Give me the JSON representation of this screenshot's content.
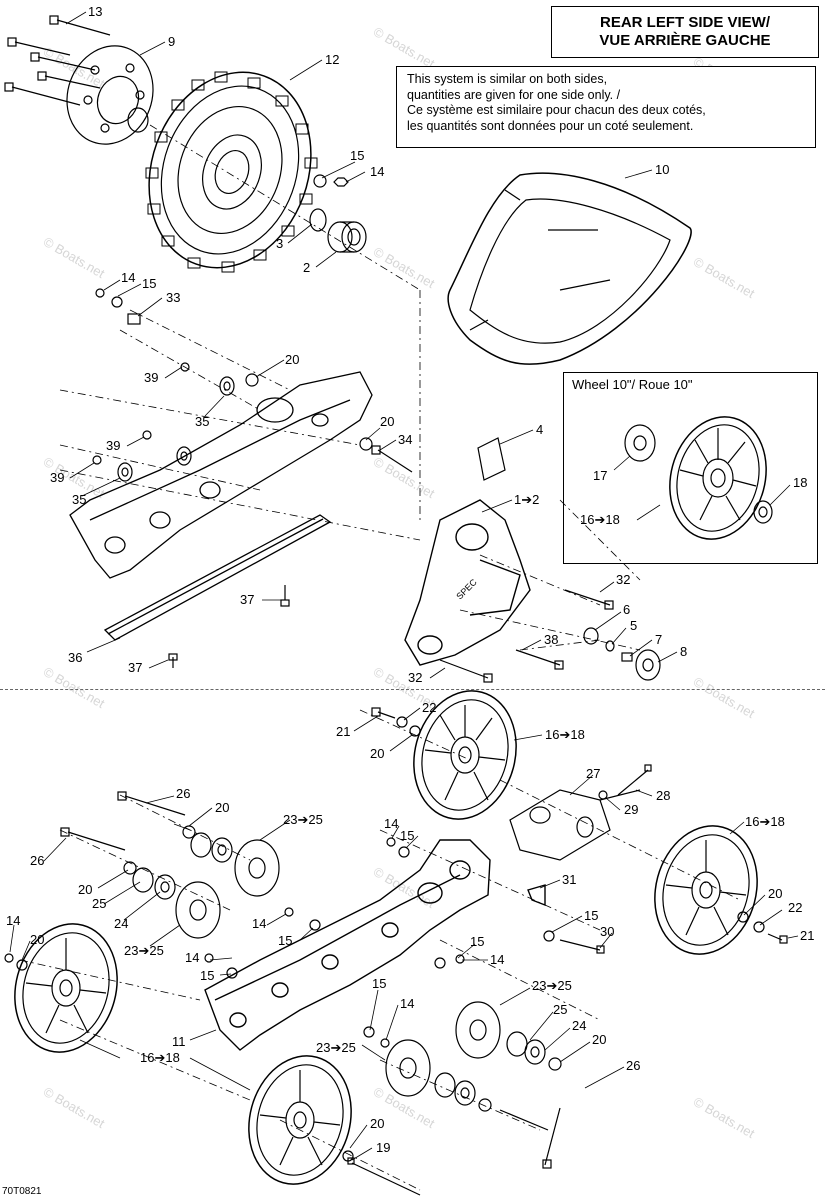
{
  "title": {
    "line1": "REAR LEFT SIDE VIEW/",
    "line2": "VUE ARRIÈRE GAUCHE"
  },
  "note": {
    "lines": [
      "This system is similar on both sides,",
      "quantities are given for one side only. /",
      "Ce système est similaire pour chacun des deux cotés,",
      "les quantités sont données pour un coté seulement."
    ]
  },
  "inset": {
    "title": "Wheel 10\"/ Roue 10\""
  },
  "diagram_code": "70T0821",
  "watermark": "© Boats.net",
  "callouts": [
    "13",
    "9",
    "12",
    "15",
    "14",
    "3",
    "2",
    "10",
    "14",
    "15",
    "33",
    "39",
    "20",
    "35",
    "39",
    "20",
    "34",
    "39",
    "35",
    "4",
    "1➔2",
    "17",
    "18",
    "16➔18",
    "32",
    "37",
    "6",
    "5",
    "7",
    "8",
    "36",
    "37",
    "38",
    "32",
    "21",
    "22",
    "20",
    "16➔18",
    "26",
    "20",
    "27",
    "28",
    "29",
    "23➔25",
    "16➔18",
    "14",
    "15",
    "26",
    "20",
    "25",
    "24",
    "31",
    "23➔25",
    "15",
    "30",
    "14",
    "20",
    "14",
    "15",
    "15",
    "14",
    "20",
    "22",
    "21",
    "14",
    "15",
    "23➔25",
    "25",
    "24",
    "20",
    "11",
    "15",
    "14",
    "23➔25",
    "26",
    "16➔18",
    "20",
    "19"
  ],
  "colors": {
    "line": "#000000",
    "watermark": "#d6d6d6"
  }
}
